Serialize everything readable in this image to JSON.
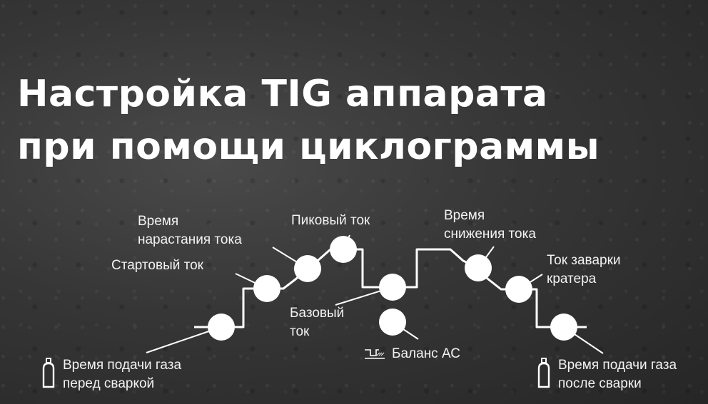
{
  "title": {
    "line1": "Настройка TIG аппарата",
    "line2": "при помощи циклограммы"
  },
  "labels": {
    "preflow": [
      "Время подачи газа",
      "перед сваркой"
    ],
    "start_current": "Стартовый ток",
    "upslope": [
      "Время",
      "нарастания тока"
    ],
    "peak_current": "Пиковый ток",
    "base_current": [
      "Базовый",
      "ток"
    ],
    "ac_balance": "Баланс АС",
    "downslope": [
      "Время",
      "снижения тока"
    ],
    "crater_current": [
      "Ток заварки",
      "кратера"
    ],
    "postflow": [
      "Время подачи газа",
      "после сварки"
    ]
  },
  "icons": {
    "preflow": "gas-cylinder-icon",
    "postflow": "gas-cylinder-icon",
    "ac_balance": "ac-balance-waveform-icon"
  }
}
